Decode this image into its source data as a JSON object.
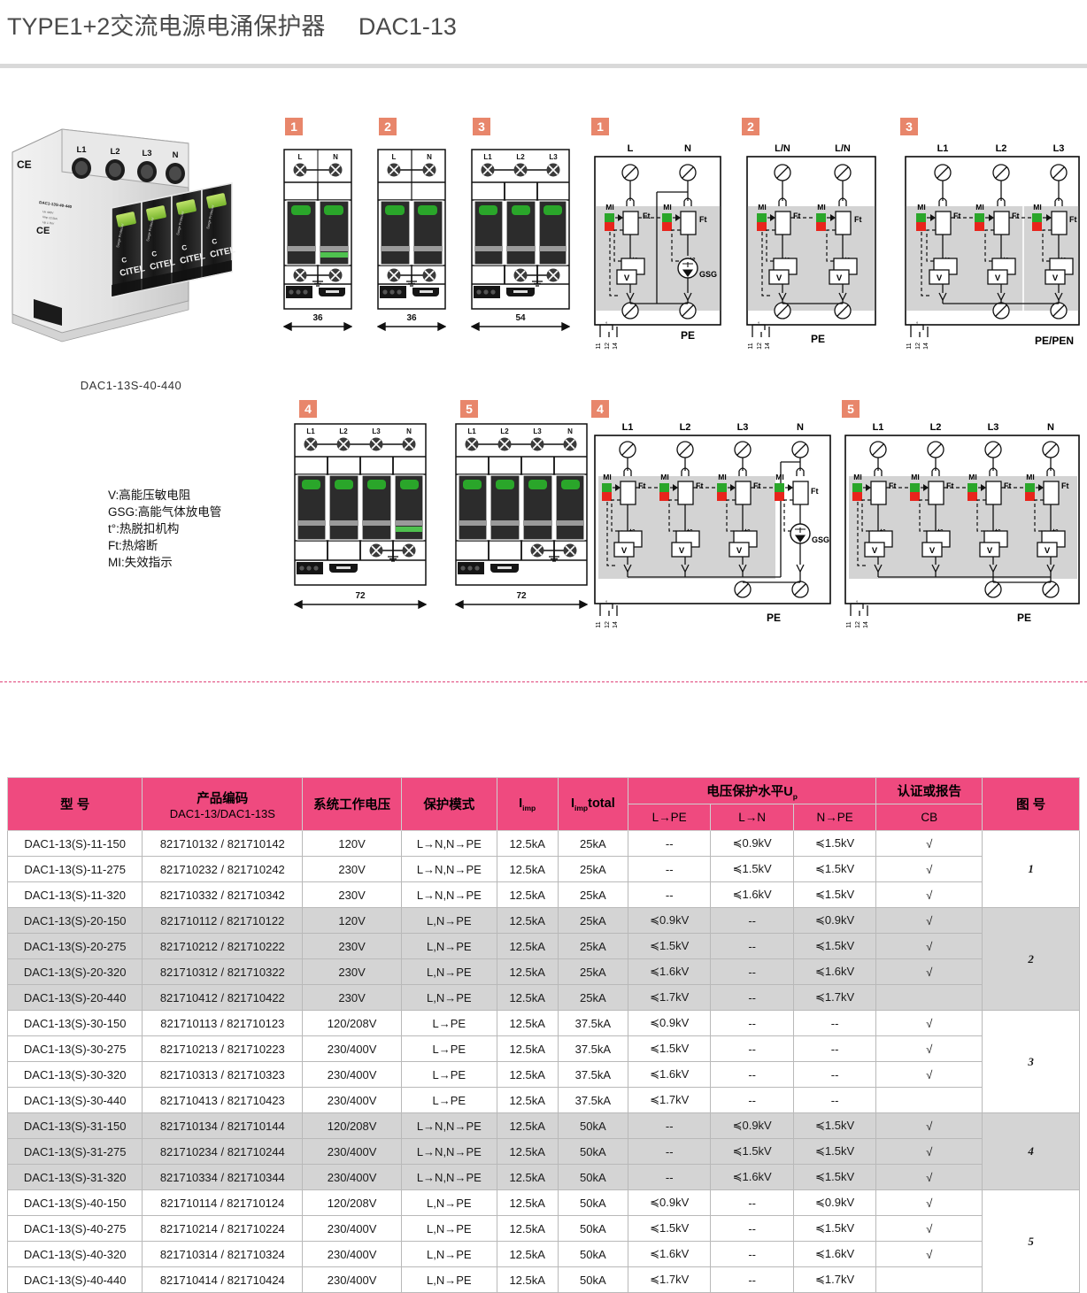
{
  "header": {
    "title": "TYPE1+2交流电源电涌保护器     DAC1-13"
  },
  "product": {
    "caption": "DAC1-13S-40-440",
    "brand": "CITEL",
    "terminal_labels": [
      "L1",
      "L2",
      "L3",
      "N"
    ],
    "module_text_line1": "INCT Green + Rejection",
    "module_text_line2": "Surge Protector",
    "module_text_line3": "Parafoudre",
    "ce_mark": "CE"
  },
  "legend": {
    "lines": [
      "V:高能压敏电阻",
      "GSG:高能气体放电管",
      "t°:热脱扣机构",
      "Ft:热熔断",
      "MI:失效指示"
    ]
  },
  "modules": [
    {
      "badge": "1",
      "terminals": [
        "L",
        "N"
      ],
      "poles": 2,
      "width_mm": "36",
      "green_band_pole": 2
    },
    {
      "badge": "2",
      "terminals": [
        "L",
        "N"
      ],
      "poles": 2,
      "width_mm": "36",
      "green_band_pole": 0
    },
    {
      "badge": "3",
      "terminals": [
        "L1",
        "L2",
        "L3"
      ],
      "poles": 3,
      "width_mm": "54",
      "green_band_pole": 0
    },
    {
      "badge": "4",
      "terminals": [
        "L1",
        "L2",
        "L3",
        "N"
      ],
      "poles": 4,
      "width_mm": "72",
      "green_band_pole": 4
    },
    {
      "badge": "5",
      "terminals": [
        "L1",
        "L2",
        "L3",
        "N"
      ],
      "poles": 4,
      "width_mm": "72",
      "green_band_pole": 0
    }
  ],
  "schematics": [
    {
      "badge": "1",
      "top_labels": [
        "L",
        "N"
      ],
      "bottom_label": "PE",
      "elements": [
        "MI",
        "Ft",
        "t°",
        "V",
        "GSG"
      ],
      "contact_labels": [
        "11",
        "12",
        "14"
      ]
    },
    {
      "badge": "2",
      "top_labels": [
        "L/N",
        "L/N"
      ],
      "bottom_label": "PE",
      "elements": [
        "MI",
        "Ft",
        "t°",
        "V"
      ],
      "contact_labels": [
        "11",
        "12",
        "14"
      ]
    },
    {
      "badge": "3",
      "top_labels": [
        "L1",
        "L2",
        "L3"
      ],
      "bottom_label": "PE/PEN",
      "elements": [
        "MI",
        "Ft",
        "t°",
        "V"
      ],
      "contact_labels": [
        "11",
        "12",
        "14"
      ]
    },
    {
      "badge": "4",
      "top_labels": [
        "L1",
        "L2",
        "L3",
        "N"
      ],
      "bottom_label": "PE",
      "elements": [
        "MI",
        "Ft",
        "t°",
        "V",
        "GSG"
      ],
      "contact_labels": [
        "11",
        "12",
        "14"
      ]
    },
    {
      "badge": "5",
      "top_labels": [
        "L1",
        "L2",
        "L3",
        "N"
      ],
      "bottom_label": "PE",
      "elements": [
        "MI",
        "Ft",
        "t°",
        "V"
      ],
      "contact_labels": [
        "11",
        "12",
        "14"
      ]
    }
  ],
  "table": {
    "headers": {
      "model": "型    号",
      "part_number_l1": "产品编码",
      "part_number_l2": "DAC1-13/DAC1-13S",
      "system_voltage": "系统工作电压",
      "protection_mode": "保护模式",
      "iimp": "I",
      "iimp_sub": "imp",
      "iimp_total": "I",
      "iimp_total_sub": "imp",
      "iimp_total_suffix": "total",
      "up_group": "电压保护水平U",
      "up_group_sub": "p",
      "up_l_pe": "L→PE",
      "up_l_n": "L→N",
      "up_n_pe": "N→PE",
      "cert_group": "认证或报告",
      "cert_cb": "CB",
      "figure": "图    号"
    },
    "rows": [
      {
        "model": "DAC1-13(S)-11-150",
        "pn": "821710132 / 821710142",
        "voltage": "120V",
        "mode": "L→N,N→PE",
        "iimp": "12.5kA",
        "iimp_total": "25kA",
        "l_pe": "--",
        "l_n": "≼0.9kV",
        "n_pe": "≼1.5kV",
        "cb": "√",
        "band": false
      },
      {
        "model": "DAC1-13(S)-11-275",
        "pn": "821710232 / 821710242",
        "voltage": "230V",
        "mode": "L→N,N→PE",
        "iimp": "12.5kA",
        "iimp_total": "25kA",
        "l_pe": "--",
        "l_n": "≼1.5kV",
        "n_pe": "≼1.5kV",
        "cb": "√",
        "band": false
      },
      {
        "model": "DAC1-13(S)-11-320",
        "pn": "821710332 / 821710342",
        "voltage": "230V",
        "mode": "L→N,N→PE",
        "iimp": "12.5kA",
        "iimp_total": "25kA",
        "l_pe": "--",
        "l_n": "≼1.6kV",
        "n_pe": "≼1.5kV",
        "cb": "√",
        "band": false
      },
      {
        "model": "DAC1-13(S)-20-150",
        "pn": "821710112 / 821710122",
        "voltage": "120V",
        "mode": "L,N→PE",
        "iimp": "12.5kA",
        "iimp_total": "25kA",
        "l_pe": "≼0.9kV",
        "l_n": "--",
        "n_pe": "≼0.9kV",
        "cb": "√",
        "band": true
      },
      {
        "model": "DAC1-13(S)-20-275",
        "pn": "821710212 / 821710222",
        "voltage": "230V",
        "mode": "L,N→PE",
        "iimp": "12.5kA",
        "iimp_total": "25kA",
        "l_pe": "≼1.5kV",
        "l_n": "--",
        "n_pe": "≼1.5kV",
        "cb": "√",
        "band": true
      },
      {
        "model": "DAC1-13(S)-20-320",
        "pn": "821710312 / 821710322",
        "voltage": "230V",
        "mode": "L,N→PE",
        "iimp": "12.5kA",
        "iimp_total": "25kA",
        "l_pe": "≼1.6kV",
        "l_n": "--",
        "n_pe": "≼1.6kV",
        "cb": "√",
        "band": true
      },
      {
        "model": "DAC1-13(S)-20-440",
        "pn": "821710412 / 821710422",
        "voltage": "230V",
        "mode": "L,N→PE",
        "iimp": "12.5kA",
        "iimp_total": "25kA",
        "l_pe": "≼1.7kV",
        "l_n": "--",
        "n_pe": "≼1.7kV",
        "cb": "",
        "band": true
      },
      {
        "model": "DAC1-13(S)-30-150",
        "pn": "821710113 / 821710123",
        "voltage": "120/208V",
        "mode": "L→PE",
        "iimp": "12.5kA",
        "iimp_total": "37.5kA",
        "l_pe": "≼0.9kV",
        "l_n": "--",
        "n_pe": "--",
        "cb": "√",
        "band": false
      },
      {
        "model": "DAC1-13(S)-30-275",
        "pn": "821710213 / 821710223",
        "voltage": "230/400V",
        "mode": "L→PE",
        "iimp": "12.5kA",
        "iimp_total": "37.5kA",
        "l_pe": "≼1.5kV",
        "l_n": "--",
        "n_pe": "--",
        "cb": "√",
        "band": false
      },
      {
        "model": "DAC1-13(S)-30-320",
        "pn": "821710313 / 821710323",
        "voltage": "230/400V",
        "mode": "L→PE",
        "iimp": "12.5kA",
        "iimp_total": "37.5kA",
        "l_pe": "≼1.6kV",
        "l_n": "--",
        "n_pe": "--",
        "cb": "√",
        "band": false
      },
      {
        "model": "DAC1-13(S)-30-440",
        "pn": "821710413 / 821710423",
        "voltage": "230/400V",
        "mode": "L→PE",
        "iimp": "12.5kA",
        "iimp_total": "37.5kA",
        "l_pe": "≼1.7kV",
        "l_n": "--",
        "n_pe": "--",
        "cb": "",
        "band": false
      },
      {
        "model": "DAC1-13(S)-31-150",
        "pn": "821710134 / 821710144",
        "voltage": "120/208V",
        "mode": "L→N,N→PE",
        "iimp": "12.5kA",
        "iimp_total": "50kA",
        "l_pe": "--",
        "l_n": "≼0.9kV",
        "n_pe": "≼1.5kV",
        "cb": "√",
        "band": true
      },
      {
        "model": "DAC1-13(S)-31-275",
        "pn": "821710234 / 821710244",
        "voltage": "230/400V",
        "mode": "L→N,N→PE",
        "iimp": "12.5kA",
        "iimp_total": "50kA",
        "l_pe": "--",
        "l_n": "≼1.5kV",
        "n_pe": "≼1.5kV",
        "cb": "√",
        "band": true
      },
      {
        "model": "DAC1-13(S)-31-320",
        "pn": "821710334 / 821710344",
        "voltage": "230/400V",
        "mode": "L→N,N→PE",
        "iimp": "12.5kA",
        "iimp_total": "50kA",
        "l_pe": "--",
        "l_n": "≼1.6kV",
        "n_pe": "≼1.5kV",
        "cb": "√",
        "band": true
      },
      {
        "model": "DAC1-13(S)-40-150",
        "pn": "821710114 / 821710124",
        "voltage": "120/208V",
        "mode": "L,N→PE",
        "iimp": "12.5kA",
        "iimp_total": "50kA",
        "l_pe": "≼0.9kV",
        "l_n": "--",
        "n_pe": "≼0.9kV",
        "cb": "√",
        "band": false
      },
      {
        "model": "DAC1-13(S)-40-275",
        "pn": "821710214 / 821710224",
        "voltage": "230/400V",
        "mode": "L,N→PE",
        "iimp": "12.5kA",
        "iimp_total": "50kA",
        "l_pe": "≼1.5kV",
        "l_n": "--",
        "n_pe": "≼1.5kV",
        "cb": "√",
        "band": false
      },
      {
        "model": "DAC1-13(S)-40-320",
        "pn": "821710314 / 821710324",
        "voltage": "230/400V",
        "mode": "L,N→PE",
        "iimp": "12.5kA",
        "iimp_total": "50kA",
        "l_pe": "≼1.6kV",
        "l_n": "--",
        "n_pe": "≼1.6kV",
        "cb": "√",
        "band": false
      },
      {
        "model": "DAC1-13(S)-40-440",
        "pn": "821710414 / 821710424",
        "voltage": "230/400V",
        "mode": "L,N→PE",
        "iimp": "12.5kA",
        "iimp_total": "50kA",
        "l_pe": "≼1.7kV",
        "l_n": "--",
        "n_pe": "≼1.7kV",
        "cb": "",
        "band": false
      }
    ],
    "figure_groups": [
      {
        "figure": "1",
        "span": 3,
        "band": false
      },
      {
        "figure": "2",
        "span": 4,
        "band": true
      },
      {
        "figure": "3",
        "span": 4,
        "band": false
      },
      {
        "figure": "4",
        "span": 3,
        "band": true
      },
      {
        "figure": "5",
        "span": 4,
        "band": false
      }
    ]
  },
  "colors": {
    "header_pink": "#ef4a7f",
    "badge_orange": "#e8866b",
    "band_gray": "#d4d4d4",
    "led_green": "#2aa62a",
    "indicator_red": "#e8241c",
    "schematic_gray": "#d3d3d3",
    "separator_pink": "#e0447a"
  }
}
